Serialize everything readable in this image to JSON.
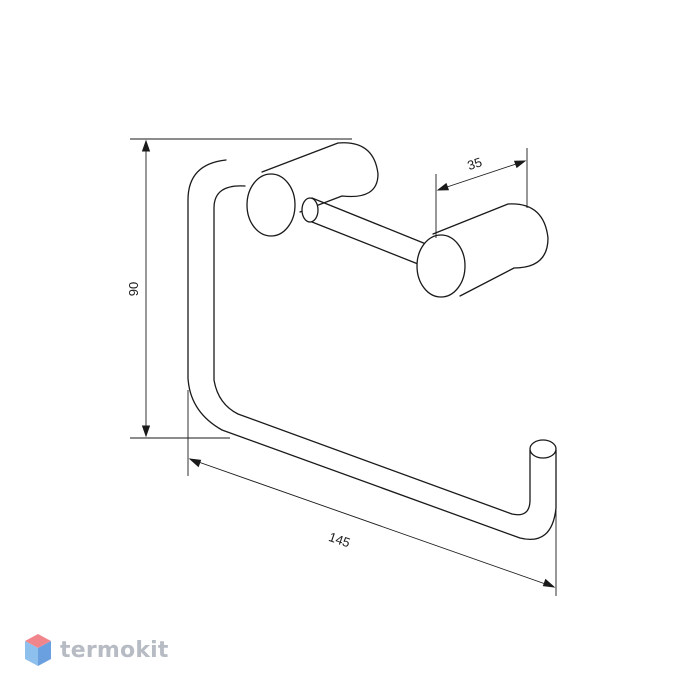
{
  "dimensions": {
    "height": "90",
    "width": "145",
    "depth": "35"
  },
  "brand": {
    "name": "termokit"
  },
  "colors": {
    "line": "#1a1a1a",
    "logo_top": "#f0868c",
    "logo_left": "#8ec0ee",
    "logo_right": "#6a9fe0",
    "brand_text": "#b7bcc4"
  }
}
